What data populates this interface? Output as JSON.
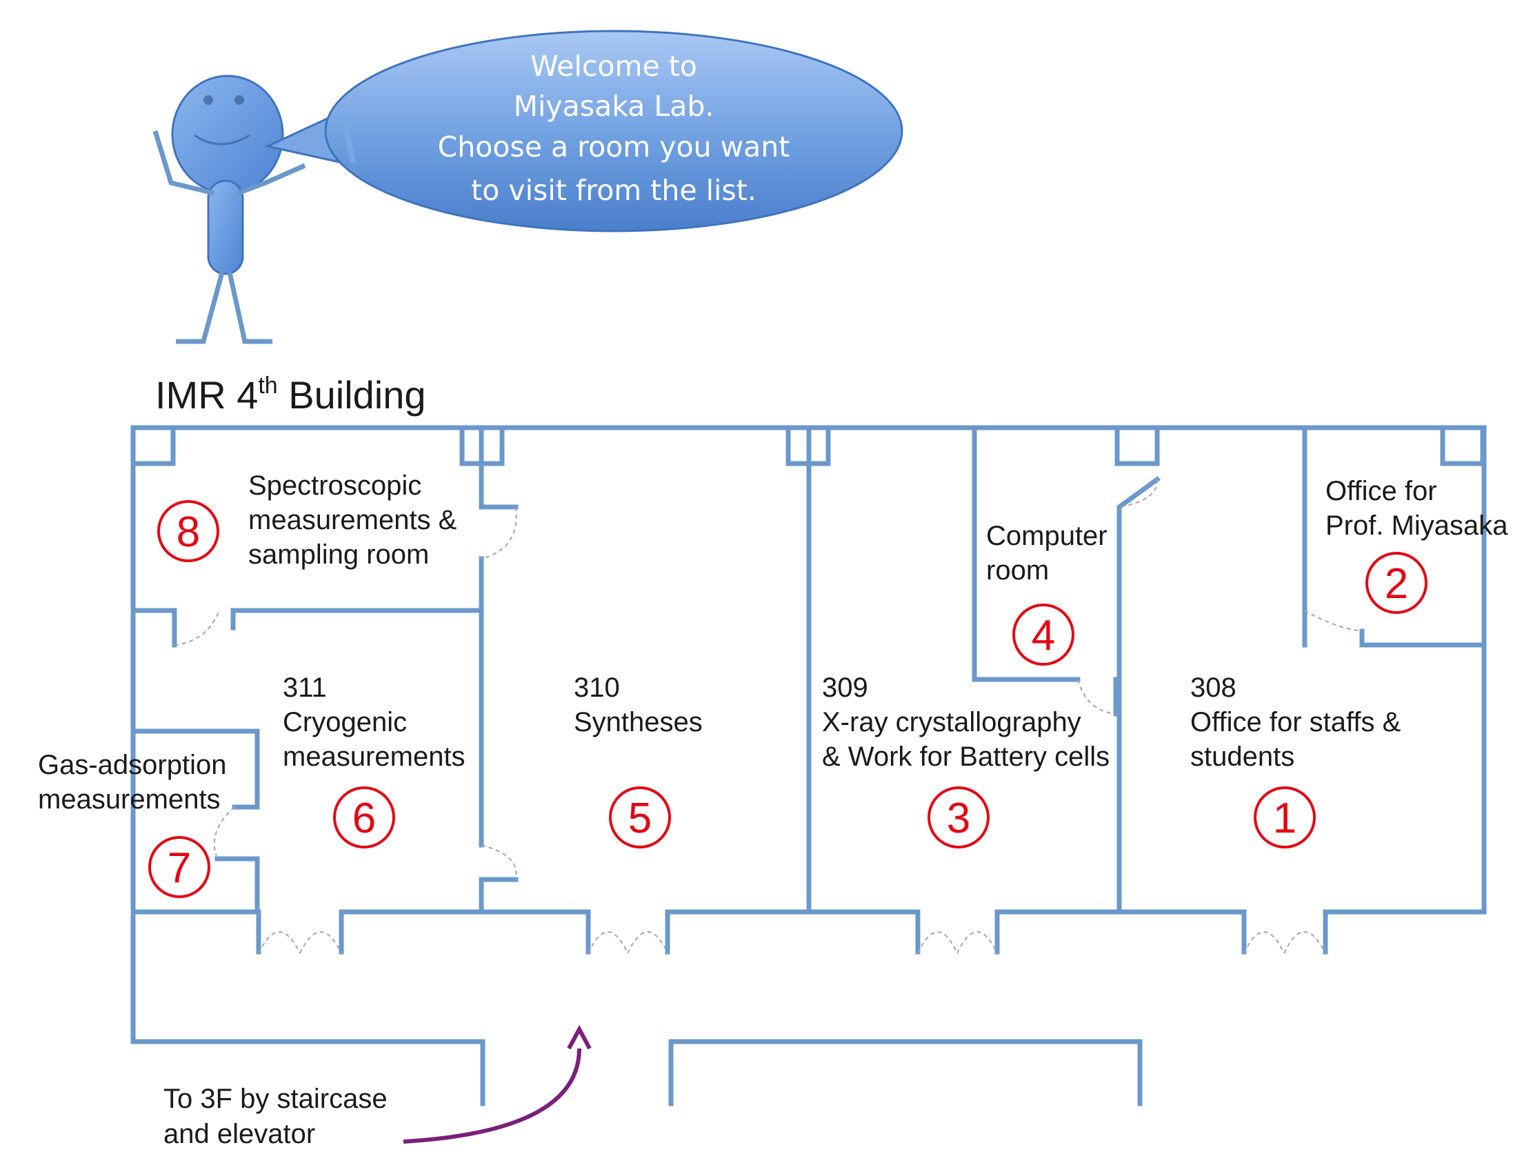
{
  "bubble": {
    "lines": [
      "Welcome to",
      "Miyasaka Lab.",
      "Choose a room you want",
      "to visit from the list."
    ]
  },
  "building": {
    "title_main": "IMR 4",
    "title_sup": "th",
    "title_rest": " Building"
  },
  "rooms": [
    {
      "id": "1",
      "number": "1",
      "lines": [
        "308",
        "Office for staffs &",
        "students"
      ]
    },
    {
      "id": "2",
      "number": "2",
      "lines": [
        "Office for",
        "Prof. Miyasaka"
      ]
    },
    {
      "id": "3",
      "number": "3",
      "lines": [
        "309",
        "X-ray crystallography",
        "& Work for Battery cells"
      ]
    },
    {
      "id": "4",
      "number": "4",
      "lines": [
        "Computer",
        "room"
      ]
    },
    {
      "id": "5",
      "number": "5",
      "lines": [
        "310",
        "Syntheses"
      ]
    },
    {
      "id": "6",
      "number": "6",
      "lines": [
        "311",
        "Cryogenic",
        "measurements"
      ]
    },
    {
      "id": "7",
      "number": "7",
      "lines": [
        "Gas-adsorption",
        "measurements"
      ]
    },
    {
      "id": "8",
      "number": "8",
      "lines": [
        "Spectroscopic",
        "measurements &",
        "sampling room"
      ]
    }
  ],
  "entrance": {
    "lines": [
      "To 3F by staircase",
      "and elevator"
    ]
  },
  "colors": {
    "wall": "#6b98cb",
    "number": "#e30613",
    "arrow": "#7a1f7a",
    "bubble": "#5b8fd6",
    "figure": "#5b8fd6"
  },
  "icons": {
    "character": "stick-figure-icon",
    "arrow": "curved-arrow-icon"
  }
}
